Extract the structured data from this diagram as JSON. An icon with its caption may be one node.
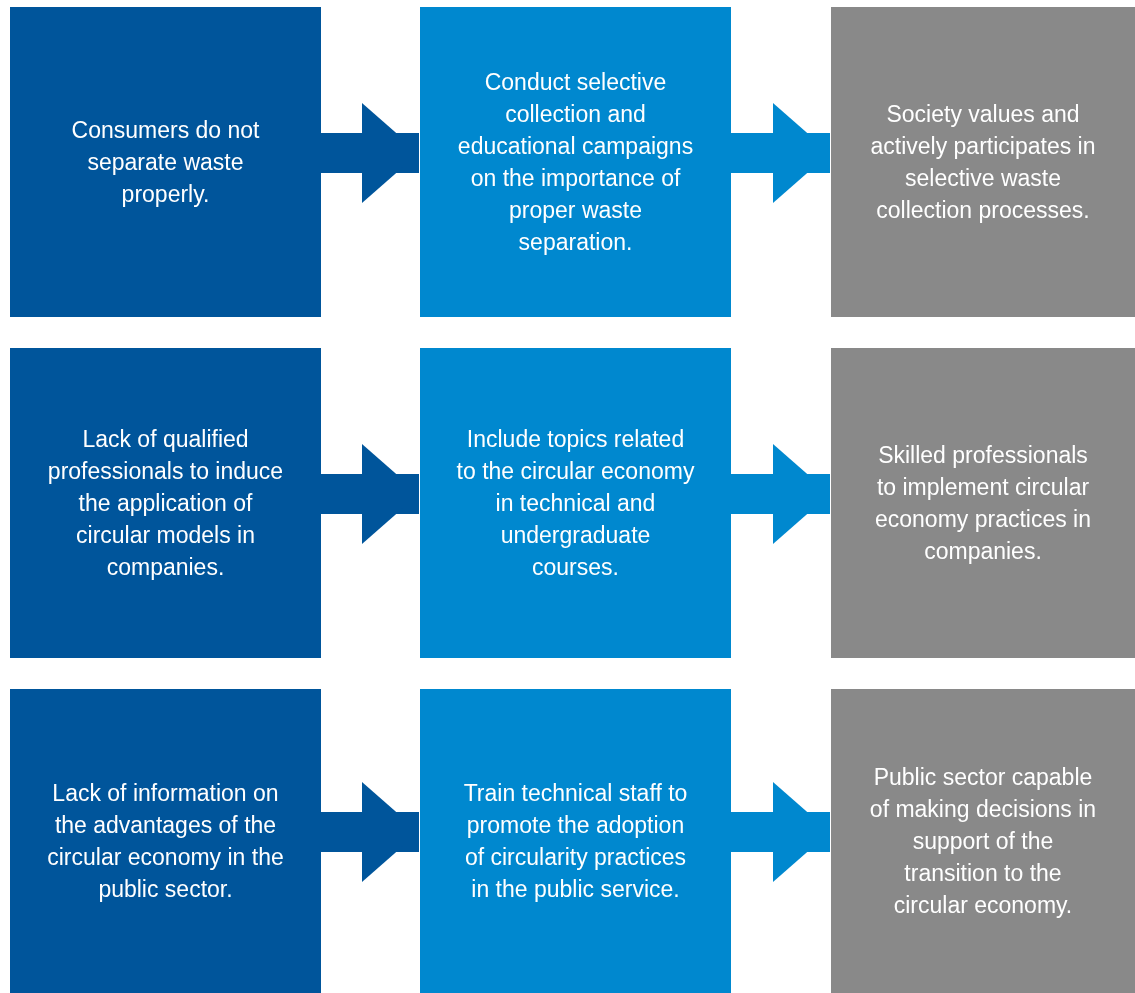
{
  "diagram": {
    "nodes": [
      {
        "text": [
          "Consumers do not separate waste properly."
        ]
      },
      {
        "text": [
          "Conduct selective collection and educational campaigns on the importance of proper waste separation."
        ]
      },
      {
        "text": [
          "Society values and actively participates in selective waste collection processes."
        ]
      },
      {
        "text": [
          "Lack of qualified professionals to induce the application of circular models in companies."
        ]
      },
      {
        "text": [
          "Include topics related to the circular economy in technical and undergraduate courses."
        ]
      },
      {
        "text": [
          "Skilled professionals to implement circular economy practices in companies."
        ]
      },
      {
        "text": [
          "Lack of information on the advantages of the circular economy in the public sector."
        ]
      },
      {
        "text": [
          "Train technical staff to promote the adoption of circularity practices in the public service."
        ]
      },
      {
        "text": [
          "Public sector capable of making decisions in support of the transition to the circular economy."
        ]
      }
    ],
    "edges": [
      {
        "from": 0,
        "to": 1,
        "arrow": "to",
        "color": "#00559b"
      },
      {
        "from": 1,
        "to": 2,
        "arrow": "to",
        "color": "#0088cf"
      },
      {
        "from": 3,
        "to": 4,
        "arrow": "to",
        "color": "#00559b"
      },
      {
        "from": 4,
        "to": 5,
        "arrow": "to",
        "color": "#0088cf"
      },
      {
        "from": 6,
        "to": 7,
        "arrow": "to",
        "color": "#00559b"
      },
      {
        "from": 7,
        "to": 8,
        "arrow": "to",
        "color": "#0088cf"
      }
    ]
  }
}
